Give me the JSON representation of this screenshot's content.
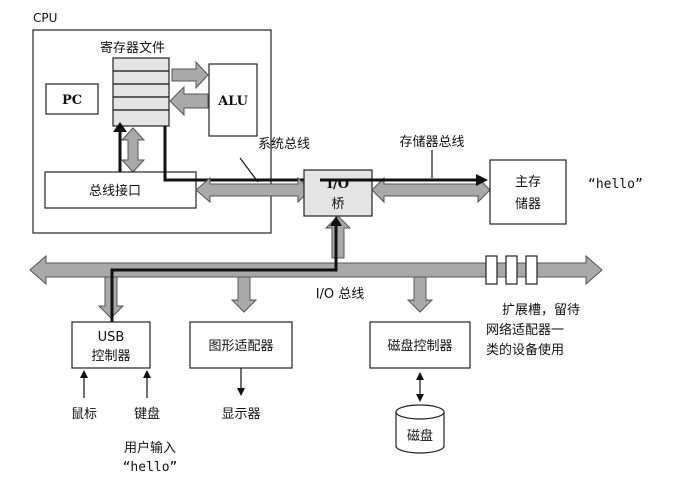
{
  "labels": {
    "cpu": "CPU",
    "register_file": "寄存器文件",
    "pc": "PC",
    "alu": "ALU",
    "bus_interface": "总线接口",
    "system_bus": "系统总线",
    "memory_bus": "存储器总线",
    "io_bridge_line1": "I/O",
    "io_bridge_line2": "桥",
    "main_memory_line1": "主存",
    "main_memory_line2": "储器",
    "hello_in_memory": "“hello”",
    "io_bus": "I/O 总线",
    "usb_line1": "USB",
    "usb_line2": "控制器",
    "graphics_adapter": "图形适配器",
    "disk_controller": "磁盘控制器",
    "expansion_line1": "扩展槽，留待",
    "expansion_line2": "网络适配器一",
    "expansion_line3": "类的设备使用",
    "mouse": "鼠标",
    "keyboard": "键盘",
    "display": "显示器",
    "disk": "磁盘",
    "user_input_line1": "用户输入",
    "user_input_line2": "“hello”"
  },
  "colors": {
    "bus_fill": "#a9a9a9",
    "box_stroke": "#222222",
    "background": "#ffffff"
  }
}
